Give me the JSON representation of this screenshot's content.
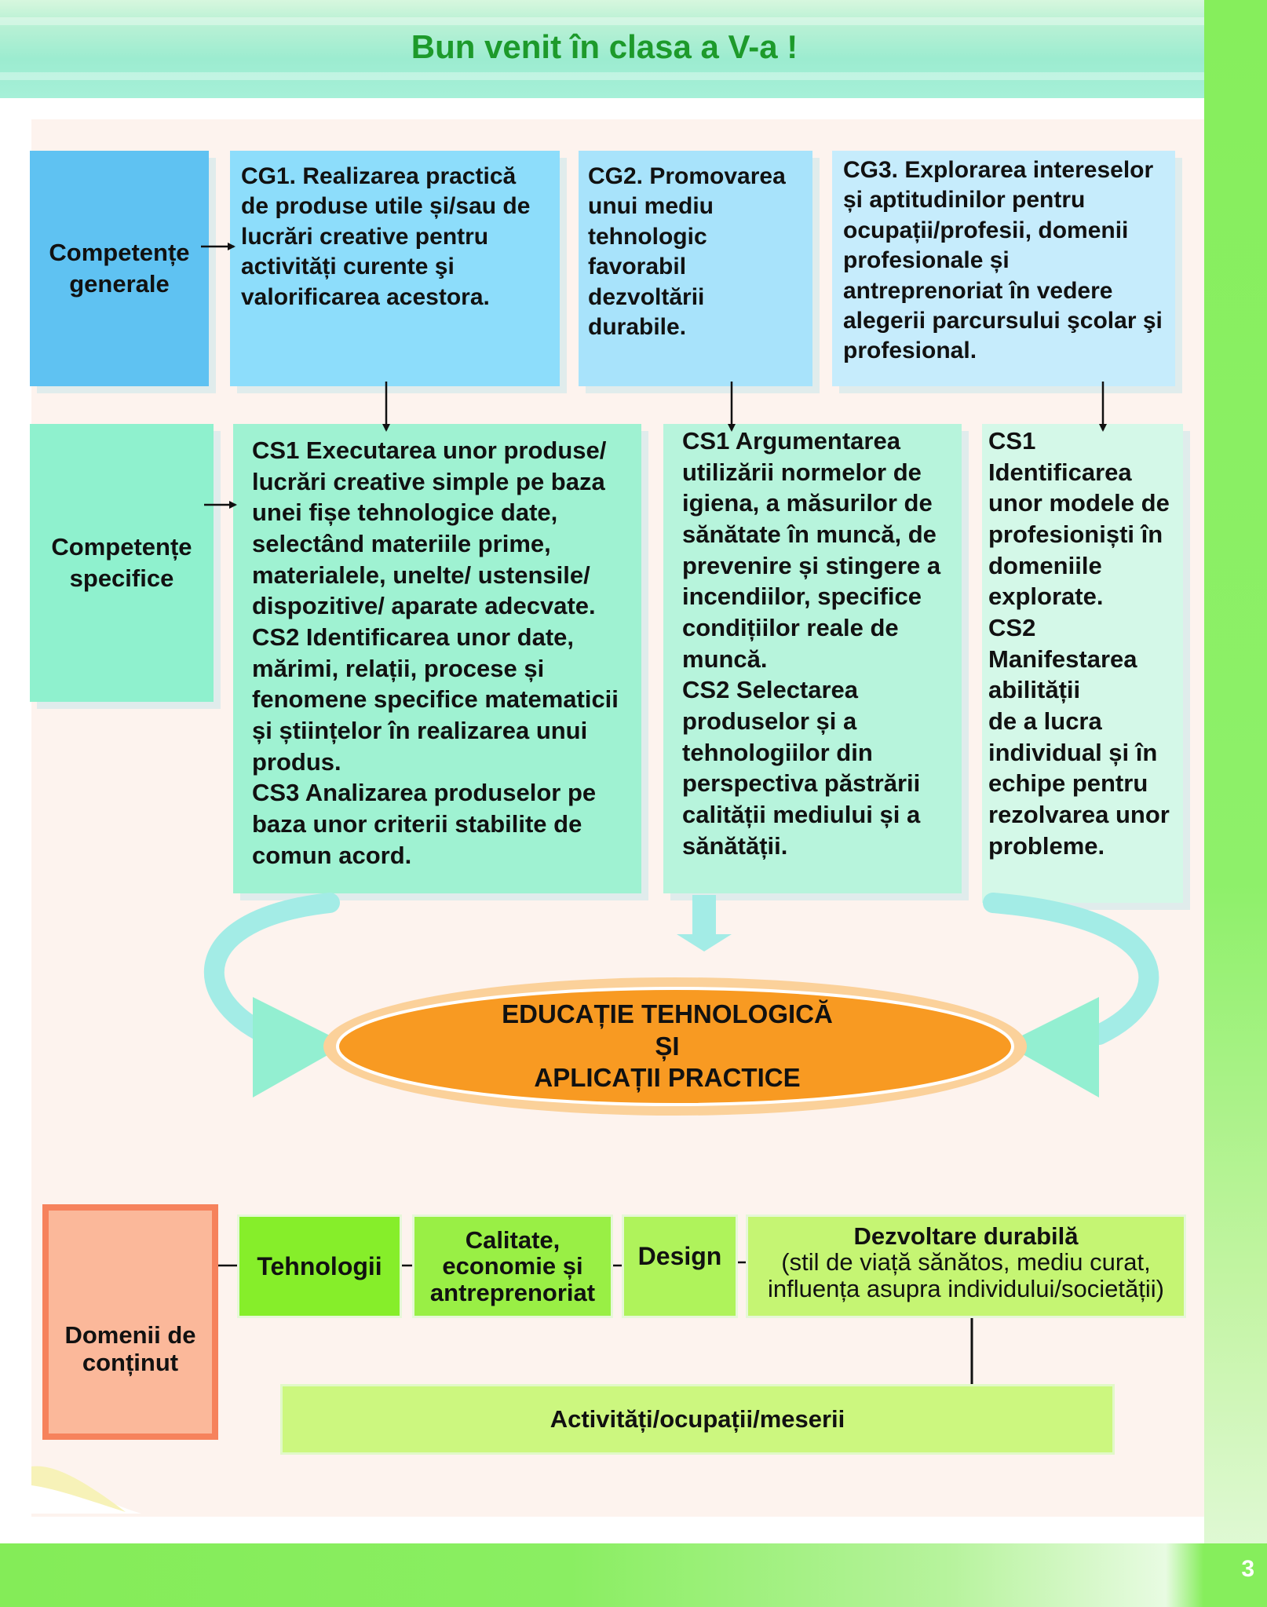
{
  "header": {
    "title": "Bun venit în clasa a V-a !"
  },
  "competente_generale": {
    "label": "Competențe\ngenerale",
    "items": [
      {
        "text": "CG1. Realizarea practică de produse utile și/sau de lucrări creative pentru activități curente şi valorificarea acestora."
      },
      {
        "text": "CG2. Promovarea unui mediu tehnologic favorabil dezvoltării durabile."
      },
      {
        "text": "CG3. Explorarea intereselor și aptitudinilor pentru ocupații/profesii, domenii profesionale și antreprenoriat în vedere alegerii  parcursului şcolar şi profesional."
      }
    ]
  },
  "competente_specifice": {
    "label": "Competențe\nspecifice",
    "groups": [
      {
        "text": "CS1 Executarea unor produse/ lucrări creative simple pe baza unei fișe tehnologice date, selectând materiile prime, materialele, unelte/ ustensile/ dispozitive/ aparate adecvate.\nCS2  Identificarea unor date, mărimi, relații, procese și fenomene specifice matematicii și științelor în realizarea unui produs.\nCS3  Analizarea produselor pe baza unor criterii stabilite de comun acord."
      },
      {
        "text": "CS1  Argumentarea utilizării normelor de igiena, a măsurilor de sănătate în muncă, de prevenire și stingere a incendiilor, specifice condițiilor reale de muncă.\nCS2  Selectarea produselor și a tehnologiilor din perspectiva păstrării calității mediului și a sănătății."
      },
      {
        "text": "CS1\nIdentificarea unor modele de profesioniști în domeniile explorate.\nCS2\nManifestarea abilității\nde a lucra individual și în echipe pentru rezolvarea unor probleme."
      }
    ]
  },
  "center": {
    "line1": "EDUCAȚIE TEHNOLOGICĂ",
    "line2": "ȘI",
    "line3": "APLICAȚII  PRACTICE"
  },
  "domenii": {
    "label": "Domenii de\nconținut",
    "items": [
      {
        "text": "Tehnologii"
      },
      {
        "text": "Calitate,\neconomie și\nantreprenoriat"
      },
      {
        "text": "Design"
      },
      {
        "title": "Dezvoltare durabilă",
        "subtitle": "(stil de viață sănătos, mediu curat,\ninfluența asupra individului/societății)"
      }
    ],
    "result": "Activități/ocupații/meserii"
  },
  "footer": {
    "page_number": "3"
  },
  "colors": {
    "title_green": "#1d9a2b",
    "cg_label": "#5fc2f2",
    "cs_label": "#8ff1ce",
    "ellipse_fill": "#f89a22",
    "ellipse_ring": "#fbd19a",
    "domain_label_border": "#f6825c"
  }
}
